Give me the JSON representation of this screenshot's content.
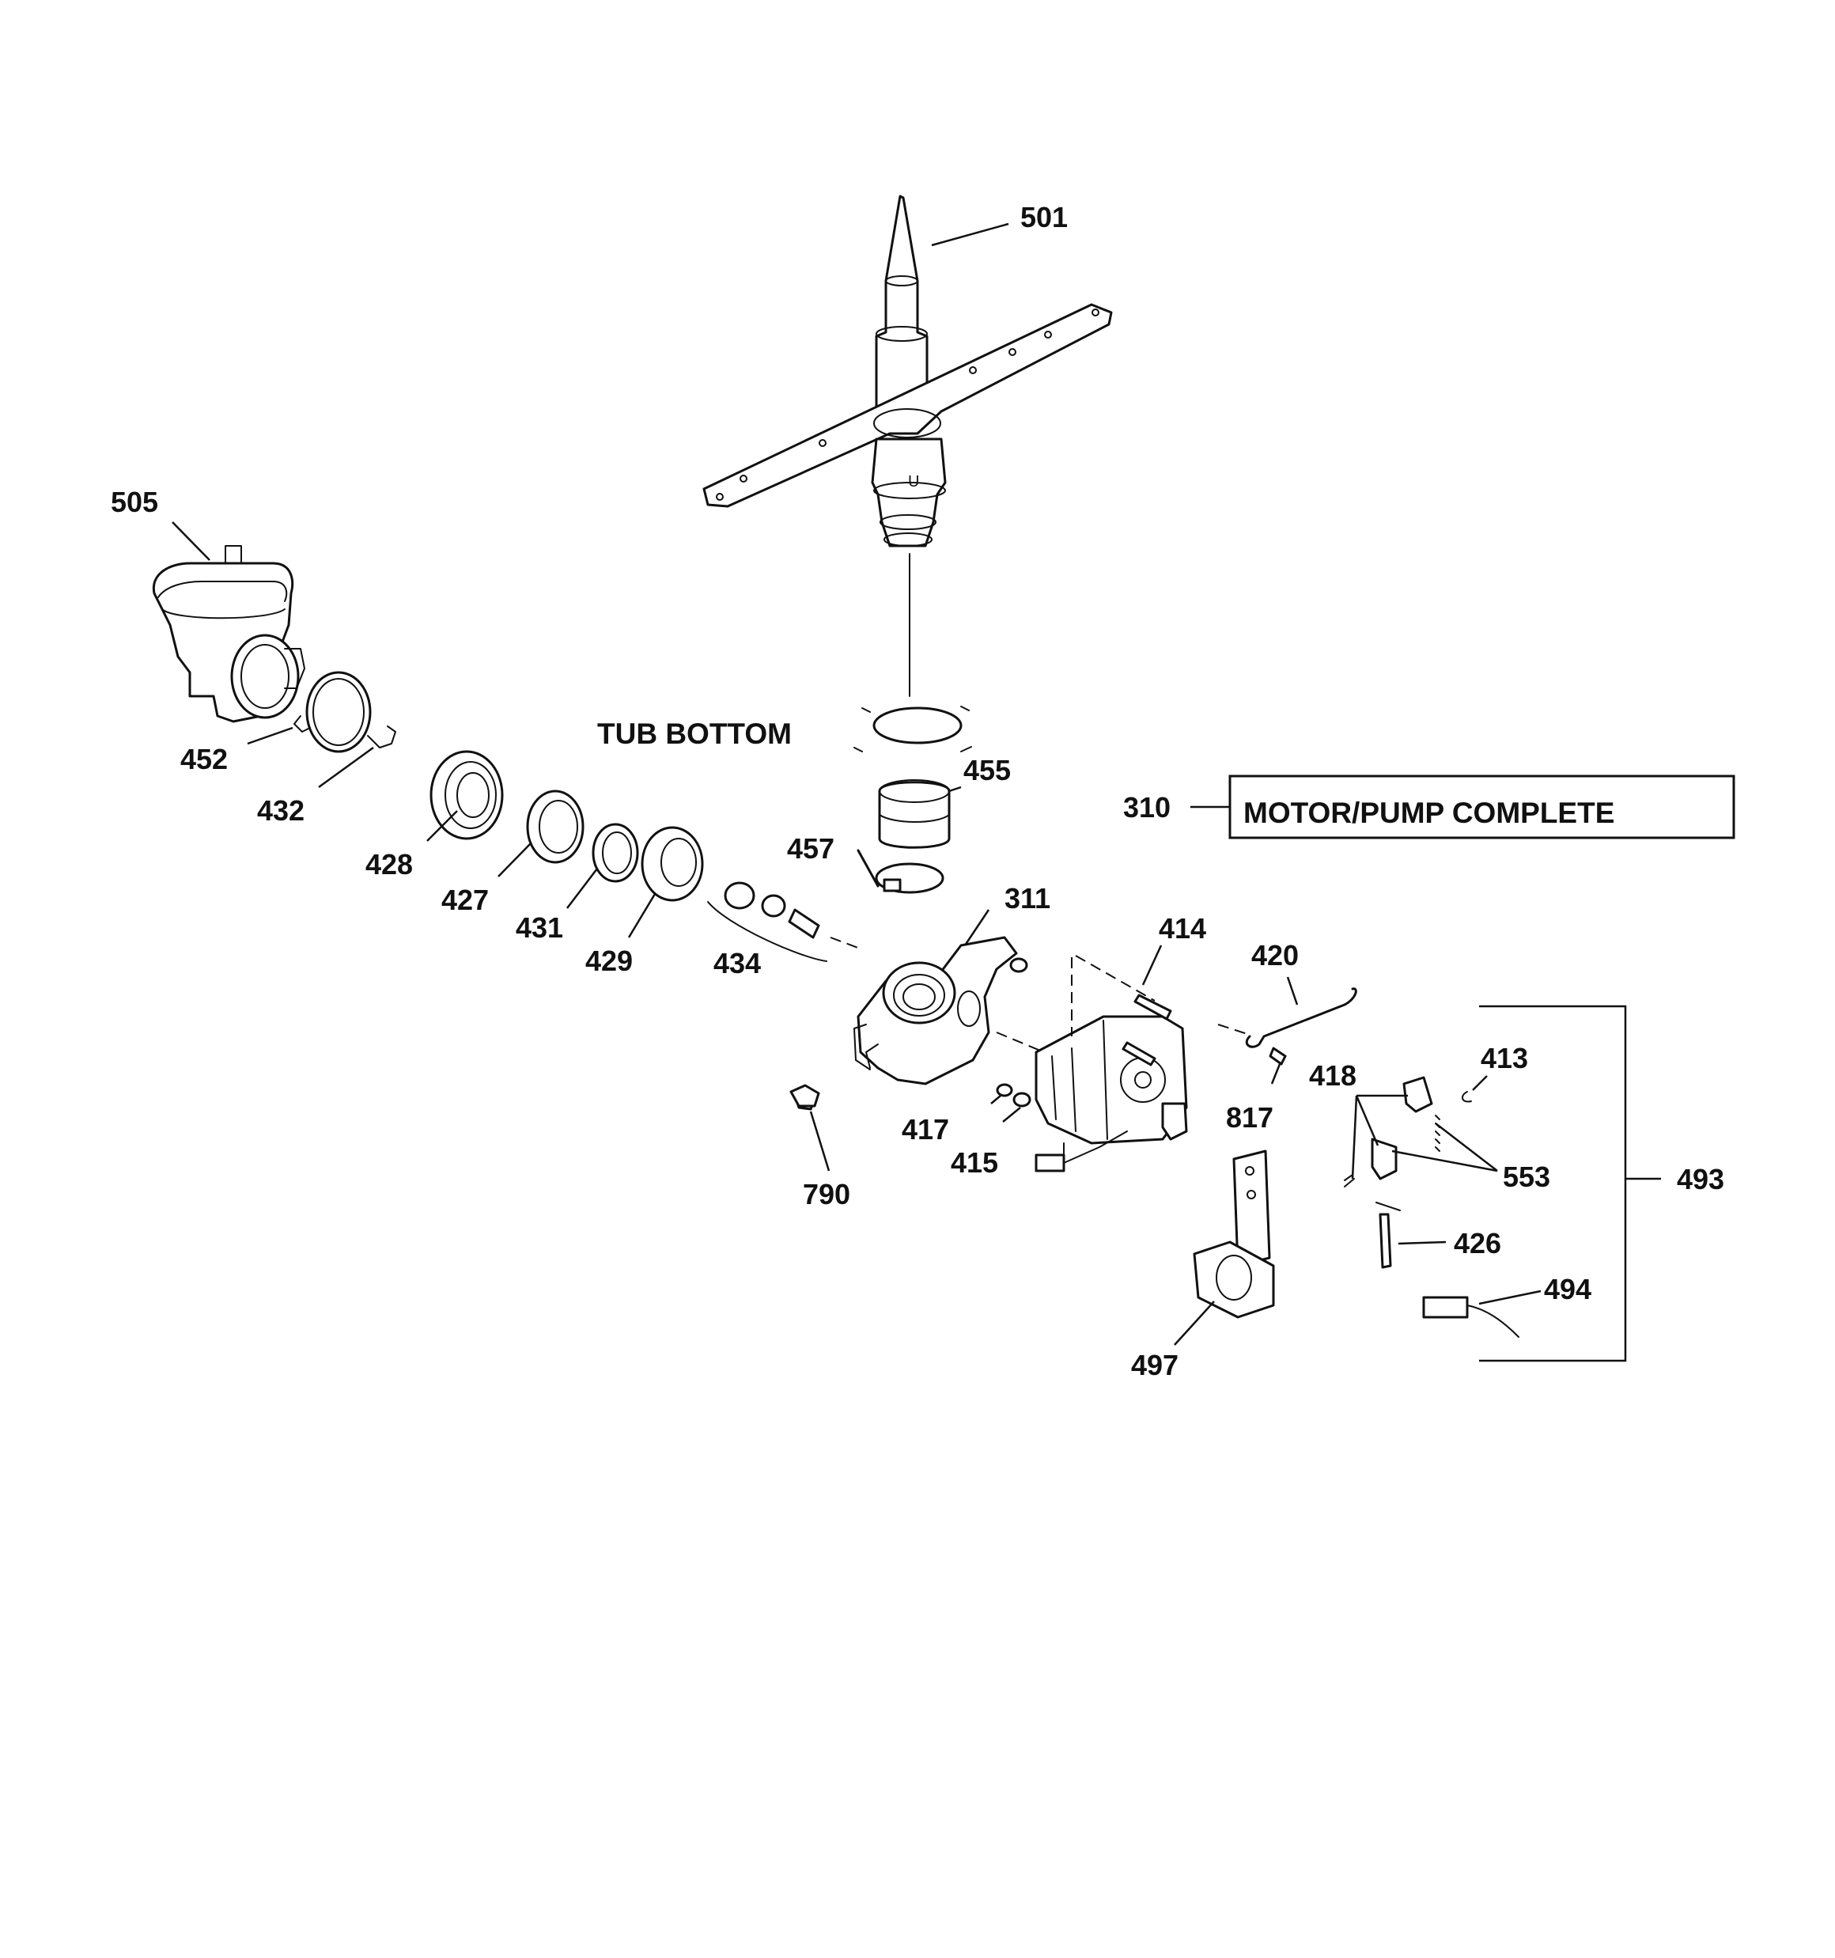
{
  "diagram": {
    "labels": {
      "p501": "501",
      "p505": "505",
      "p452": "452",
      "p432": "432",
      "p428": "428",
      "p427": "427",
      "p431": "431",
      "p429": "429",
      "p434": "434",
      "p455": "455",
      "p457": "457",
      "p311": "311",
      "p310": "310",
      "p414": "414",
      "p420": "420",
      "p413": "413",
      "p418": "418",
      "p817": "817",
      "p417": "417",
      "p415": "415",
      "p790": "790",
      "p553": "553",
      "p493": "493",
      "p426": "426",
      "p494": "494",
      "p497": "497"
    },
    "tub_bottom": "TUB BOTTOM",
    "motor_pump_box": "MOTOR/PUMP COMPLETE"
  }
}
